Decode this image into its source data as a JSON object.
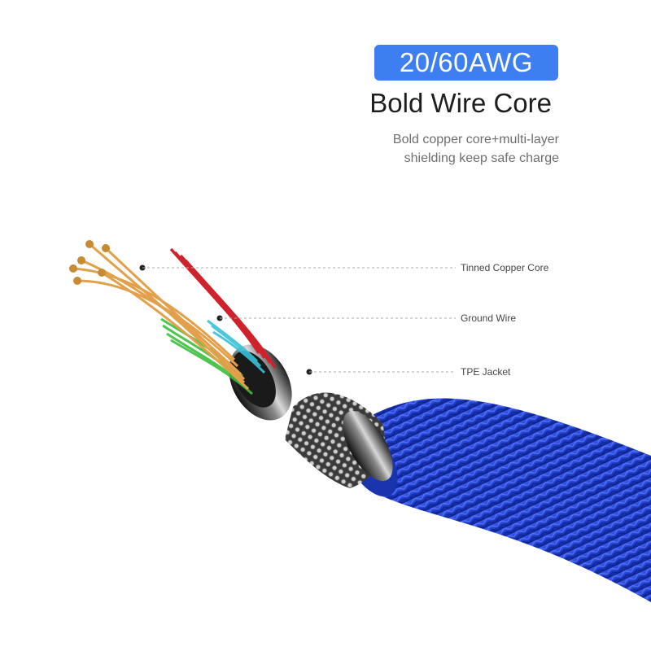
{
  "header": {
    "badge": "20/60AWG",
    "title": "Bold Wire Core",
    "subtitle_line1": "Bold copper core+multi-layer",
    "subtitle_line2": "shielding keep safe charge"
  },
  "callouts": [
    {
      "label": "Tinned Copper Core"
    },
    {
      "label": "Ground Wire"
    },
    {
      "label": "TPE Jacket"
    }
  ],
  "colors": {
    "badge": "#3d7ef0",
    "braid": "#1e3fc4",
    "copper": "#e3a04a",
    "ground_wire": "#d0222c",
    "green_wire": "#3bbf3b",
    "cyan_wire": "#38c2d8",
    "jacket": "#2a2a2a"
  }
}
